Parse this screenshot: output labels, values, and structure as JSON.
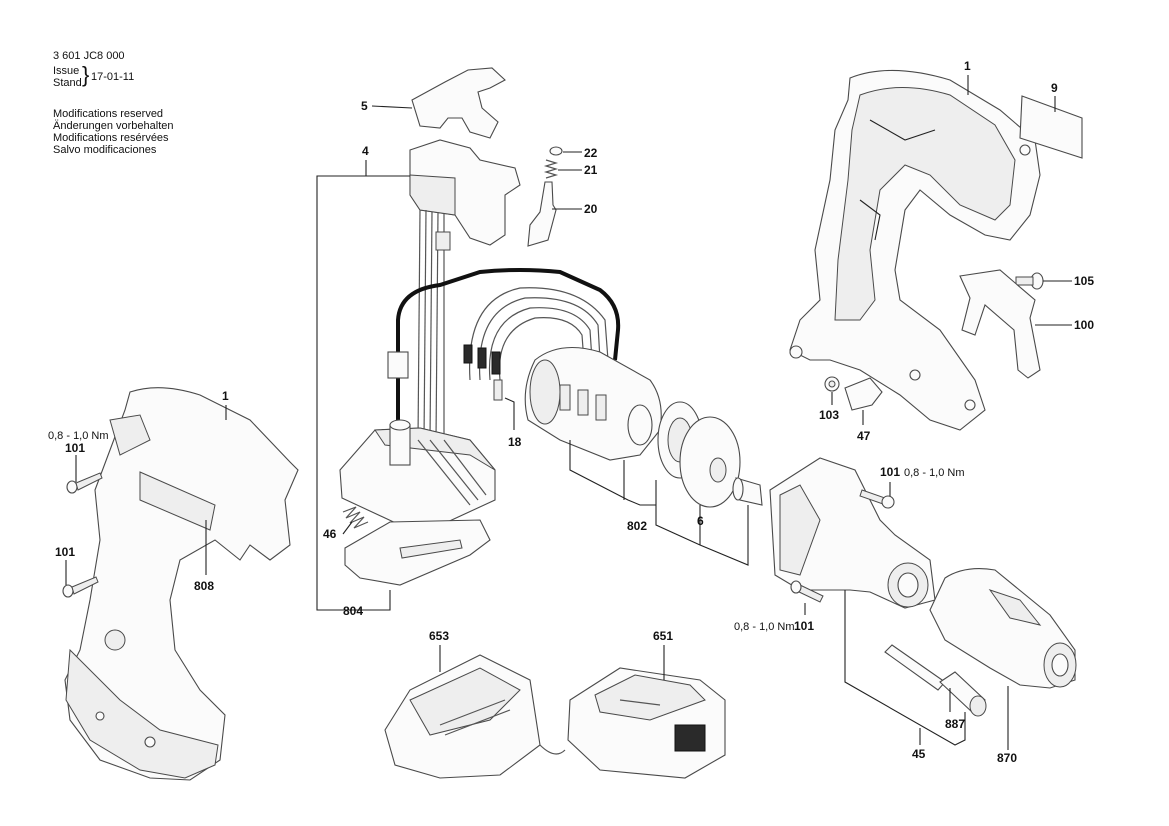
{
  "header": {
    "doc_number": "3 601 JC8 000",
    "issue_label_en": "Issue",
    "issue_label_de": "Stand",
    "issue_date": "17-01-11",
    "modifications": [
      "Modifications reserved",
      "Änderungen vorbehalten",
      "Modifications resérvées",
      "Salvo modificaciones"
    ]
  },
  "callouts": {
    "p1_top": "1",
    "p9": "9",
    "p5": "5",
    "p4": "4",
    "p22": "22",
    "p21": "21",
    "p20": "20",
    "p105": "105",
    "p100": "100",
    "p103": "103",
    "p47": "47",
    "p18": "18",
    "p1_left": "1",
    "p101_a": "101",
    "p101_b": "101",
    "p808": "808",
    "p46": "46",
    "p804": "804",
    "p802": "802",
    "p6": "6",
    "p101_c": "101",
    "p101_d": "101",
    "p653": "653",
    "p651": "651",
    "p887": "887",
    "p45": "45",
    "p870": "870"
  },
  "torque": {
    "left_top": "0,8 - 1,0 Nm",
    "right_top": "0,8 - 1,0 Nm",
    "right_bottom": "0,8 - 1,0 Nm"
  }
}
